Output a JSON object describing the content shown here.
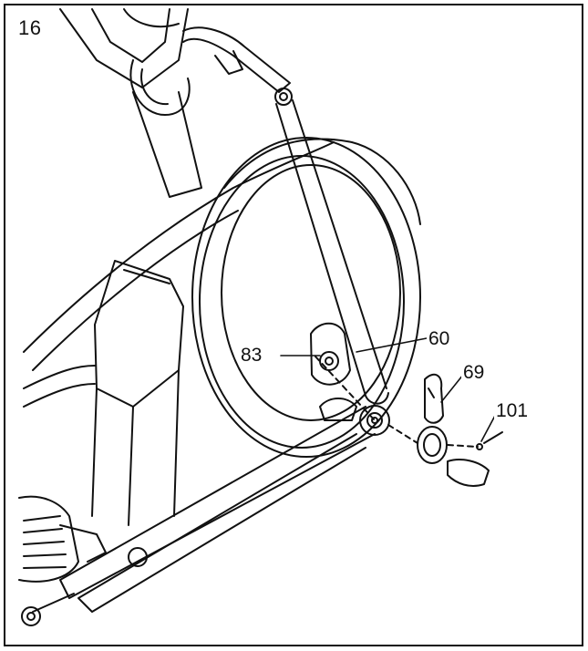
{
  "step": {
    "number": "16"
  },
  "callouts": [
    {
      "id": "83",
      "label": "83"
    },
    {
      "id": "60",
      "label": "60"
    },
    {
      "id": "69",
      "label": "69"
    },
    {
      "id": "101",
      "label": "101"
    }
  ],
  "colors": {
    "line": "#111111",
    "background": "#ffffff",
    "frame": "#111111"
  }
}
